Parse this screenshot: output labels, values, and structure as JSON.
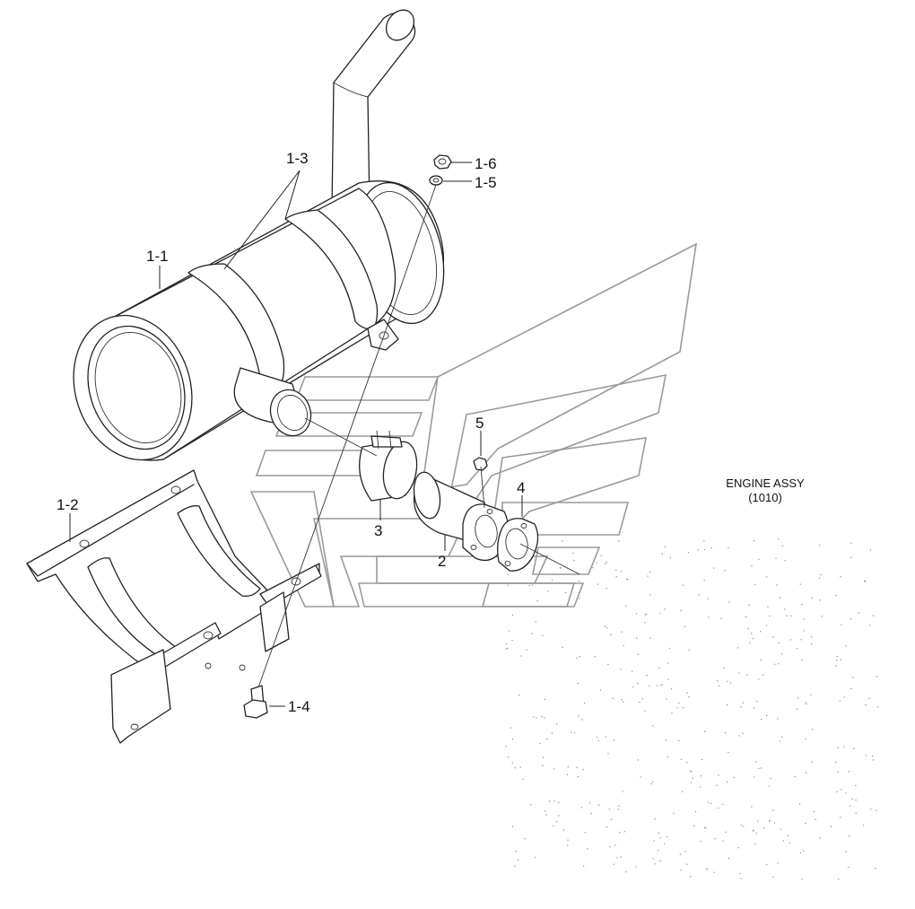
{
  "labels": {
    "muffler": "1-1",
    "bracket": "1-2",
    "bands": "1-3",
    "bolt": "1-4",
    "washer": "1-5",
    "nut": "1-6",
    "exhaust_pipe": "2",
    "clamp": "3",
    "gasket": "4",
    "flange_nut": "5"
  },
  "engine_ref": {
    "title": "ENGINE ASSY",
    "code": "(1010)"
  },
  "colors": {
    "line": "#222222",
    "watermark": "#9a9a9a",
    "background": "#ffffff"
  }
}
